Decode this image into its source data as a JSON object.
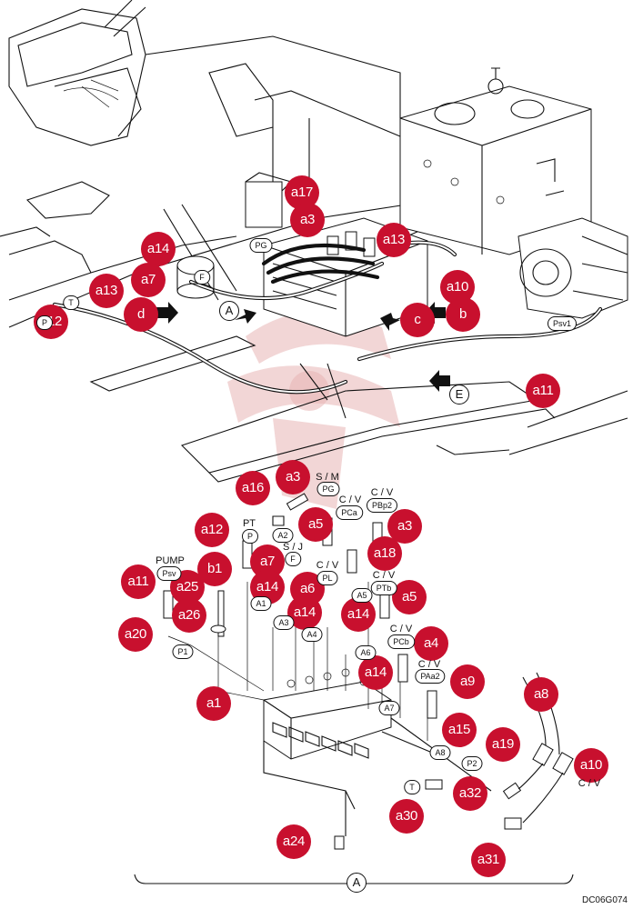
{
  "callouts": {
    "a17": "a17",
    "a3_top": "a3",
    "a13_top": "a13",
    "a14_top": "a14",
    "a7_top": "a7",
    "a13_left": "a13",
    "d": "d",
    "a12_top": "a12",
    "a10_top": "a10",
    "b": "b",
    "c": "c",
    "a11_top": "a11",
    "a16": "a16",
    "a3_mid": "a3",
    "a5_mid": "a5",
    "a3_right": "a3",
    "a12_mid": "a12",
    "a18": "a18",
    "a7_mid": "a7",
    "b1": "b1",
    "a11_mid": "a11",
    "a25": "a25",
    "a14_mid1": "a14",
    "a6": "a6",
    "a5_right": "a5",
    "a26": "a26",
    "a14_mid2": "a14",
    "a14_mid3": "a14",
    "a20": "a20",
    "a4": "a4",
    "a14_mid4": "a14",
    "a9": "a9",
    "a1": "a1",
    "a8": "a8",
    "a15": "a15",
    "a19": "a19",
    "a10_bottom": "a10",
    "a32": "a32",
    "a30": "a30",
    "a24": "a24",
    "a31": "a31"
  },
  "ports": {
    "T_top": "T",
    "P_top": "P",
    "F_top": "F",
    "PG_top": "PG",
    "Psv1": "Psv1",
    "PG_mid": "PG",
    "PCa": "PCa",
    "PBp2": "PBp2",
    "A2": "A2",
    "P_mid": "P",
    "F_mid": "F",
    "Psv": "Psv",
    "PL": "PL",
    "PTb": "PTb",
    "A1": "A1",
    "A5": "A5",
    "A3": "A3",
    "A4": "A4",
    "PCb": "PCb",
    "P1": "P1",
    "A6": "A6",
    "PAa2": "PAa2",
    "A7": "A7",
    "A8": "A8",
    "P2": "P2",
    "T_bot": "T"
  },
  "labels": {
    "SM": "S / M",
    "CV1": "C / V",
    "CV2": "C / V",
    "PT": "PT",
    "SJ": "S / J",
    "CV3": "C / V",
    "PUMP": "PUMP",
    "CV4": "C / V",
    "CV5": "C / V",
    "CV6": "C / V",
    "CV7": "C / V"
  },
  "views": {
    "A_top": "A",
    "E": "E",
    "A_bottom": "A"
  },
  "drawing_code": "DC06G074",
  "colors": {
    "callout": "#c8102e",
    "line": "#111111",
    "watermark": "#e8b4b4"
  }
}
